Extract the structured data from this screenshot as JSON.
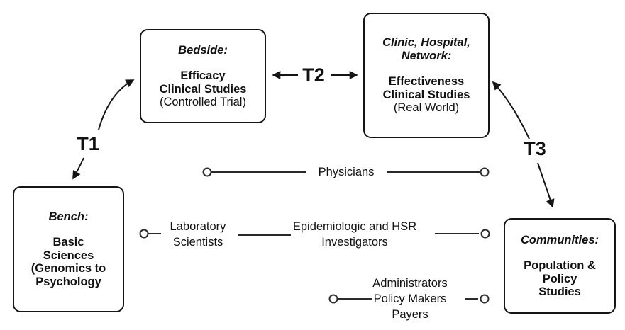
{
  "boxes": {
    "bedside": {
      "heading": "Bedside:",
      "body": "Efficacy\nClinical Studies",
      "note": "(Controlled Trial)"
    },
    "clinic": {
      "heading": "Clinic, Hospital,\nNetwork:",
      "body": "Effectiveness\nClinical Studies",
      "note": "(Real World)"
    },
    "bench": {
      "heading": "Bench:",
      "body": "Basic\nSciences\n(Genomics to\nPsychology"
    },
    "communities": {
      "heading": "Communities:",
      "body": "Population &\nPolicy\nStudies"
    }
  },
  "transitions": {
    "t1": "T1",
    "t2": "T2",
    "t3": "T3"
  },
  "connectors": {
    "physicians": "Physicians",
    "laboratory_scientists": "Laboratory\nScientists",
    "epi_hsr_investigators": "Epidemiologic and HSR\nInvestigators",
    "admin_policy_payers": "Administrators\nPolicy Makers\nPayers"
  },
  "colors": {
    "ink": "#151515",
    "background": "#ffffff"
  }
}
